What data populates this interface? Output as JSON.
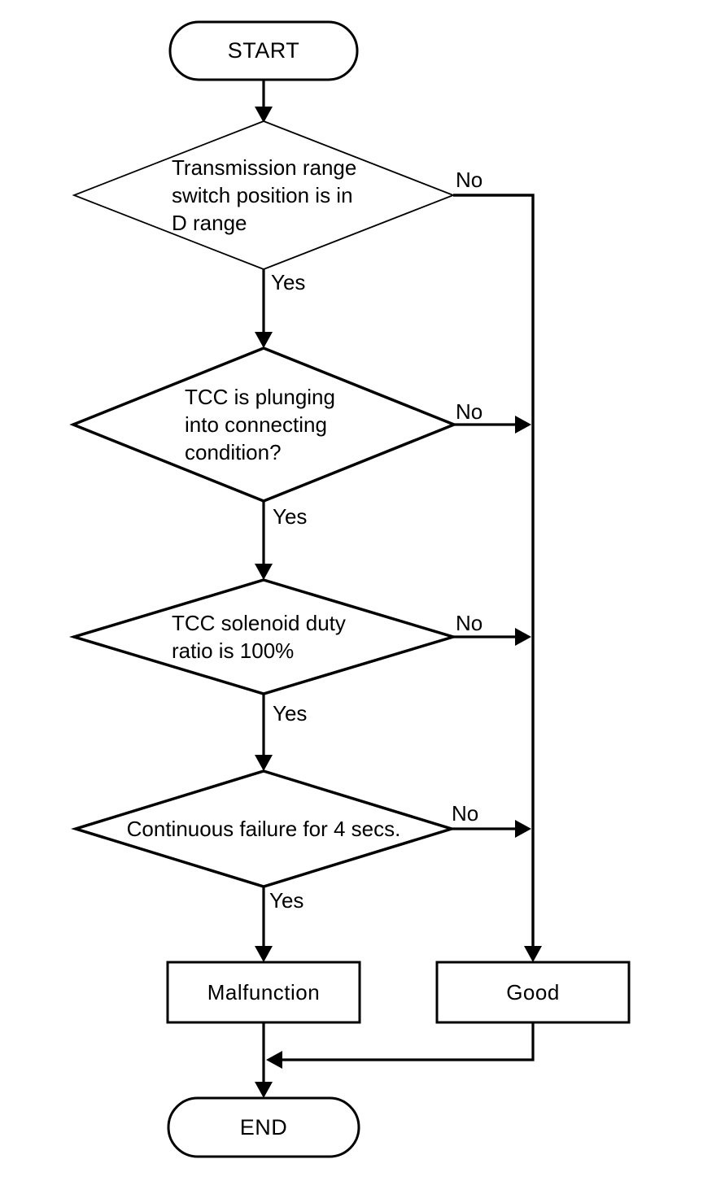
{
  "flowchart": {
    "nodes": {
      "start": {
        "label": "START"
      },
      "decision_1": {
        "text": "Transmission range\nswitch position is in\nD range"
      },
      "decision_2": {
        "text": "TCC is plunging\ninto connecting\ncondition?"
      },
      "decision_3": {
        "text": "TCC solenoid duty\nratio is 100%"
      },
      "decision_4": {
        "text": "Continuous failure for 4 secs."
      },
      "malfunction": {
        "label": "Malfunction"
      },
      "good": {
        "label": "Good"
      },
      "end": {
        "label": "END"
      }
    },
    "edge_labels": {
      "decision_1_no": "No",
      "decision_1_yes": "Yes",
      "decision_2_no": "No",
      "decision_2_yes": "Yes",
      "decision_3_no": "No",
      "decision_3_yes": "Yes",
      "decision_4_no": "No",
      "decision_4_yes": "Yes"
    },
    "colors": {
      "ink": "#000000",
      "background": "#ffffff"
    }
  }
}
